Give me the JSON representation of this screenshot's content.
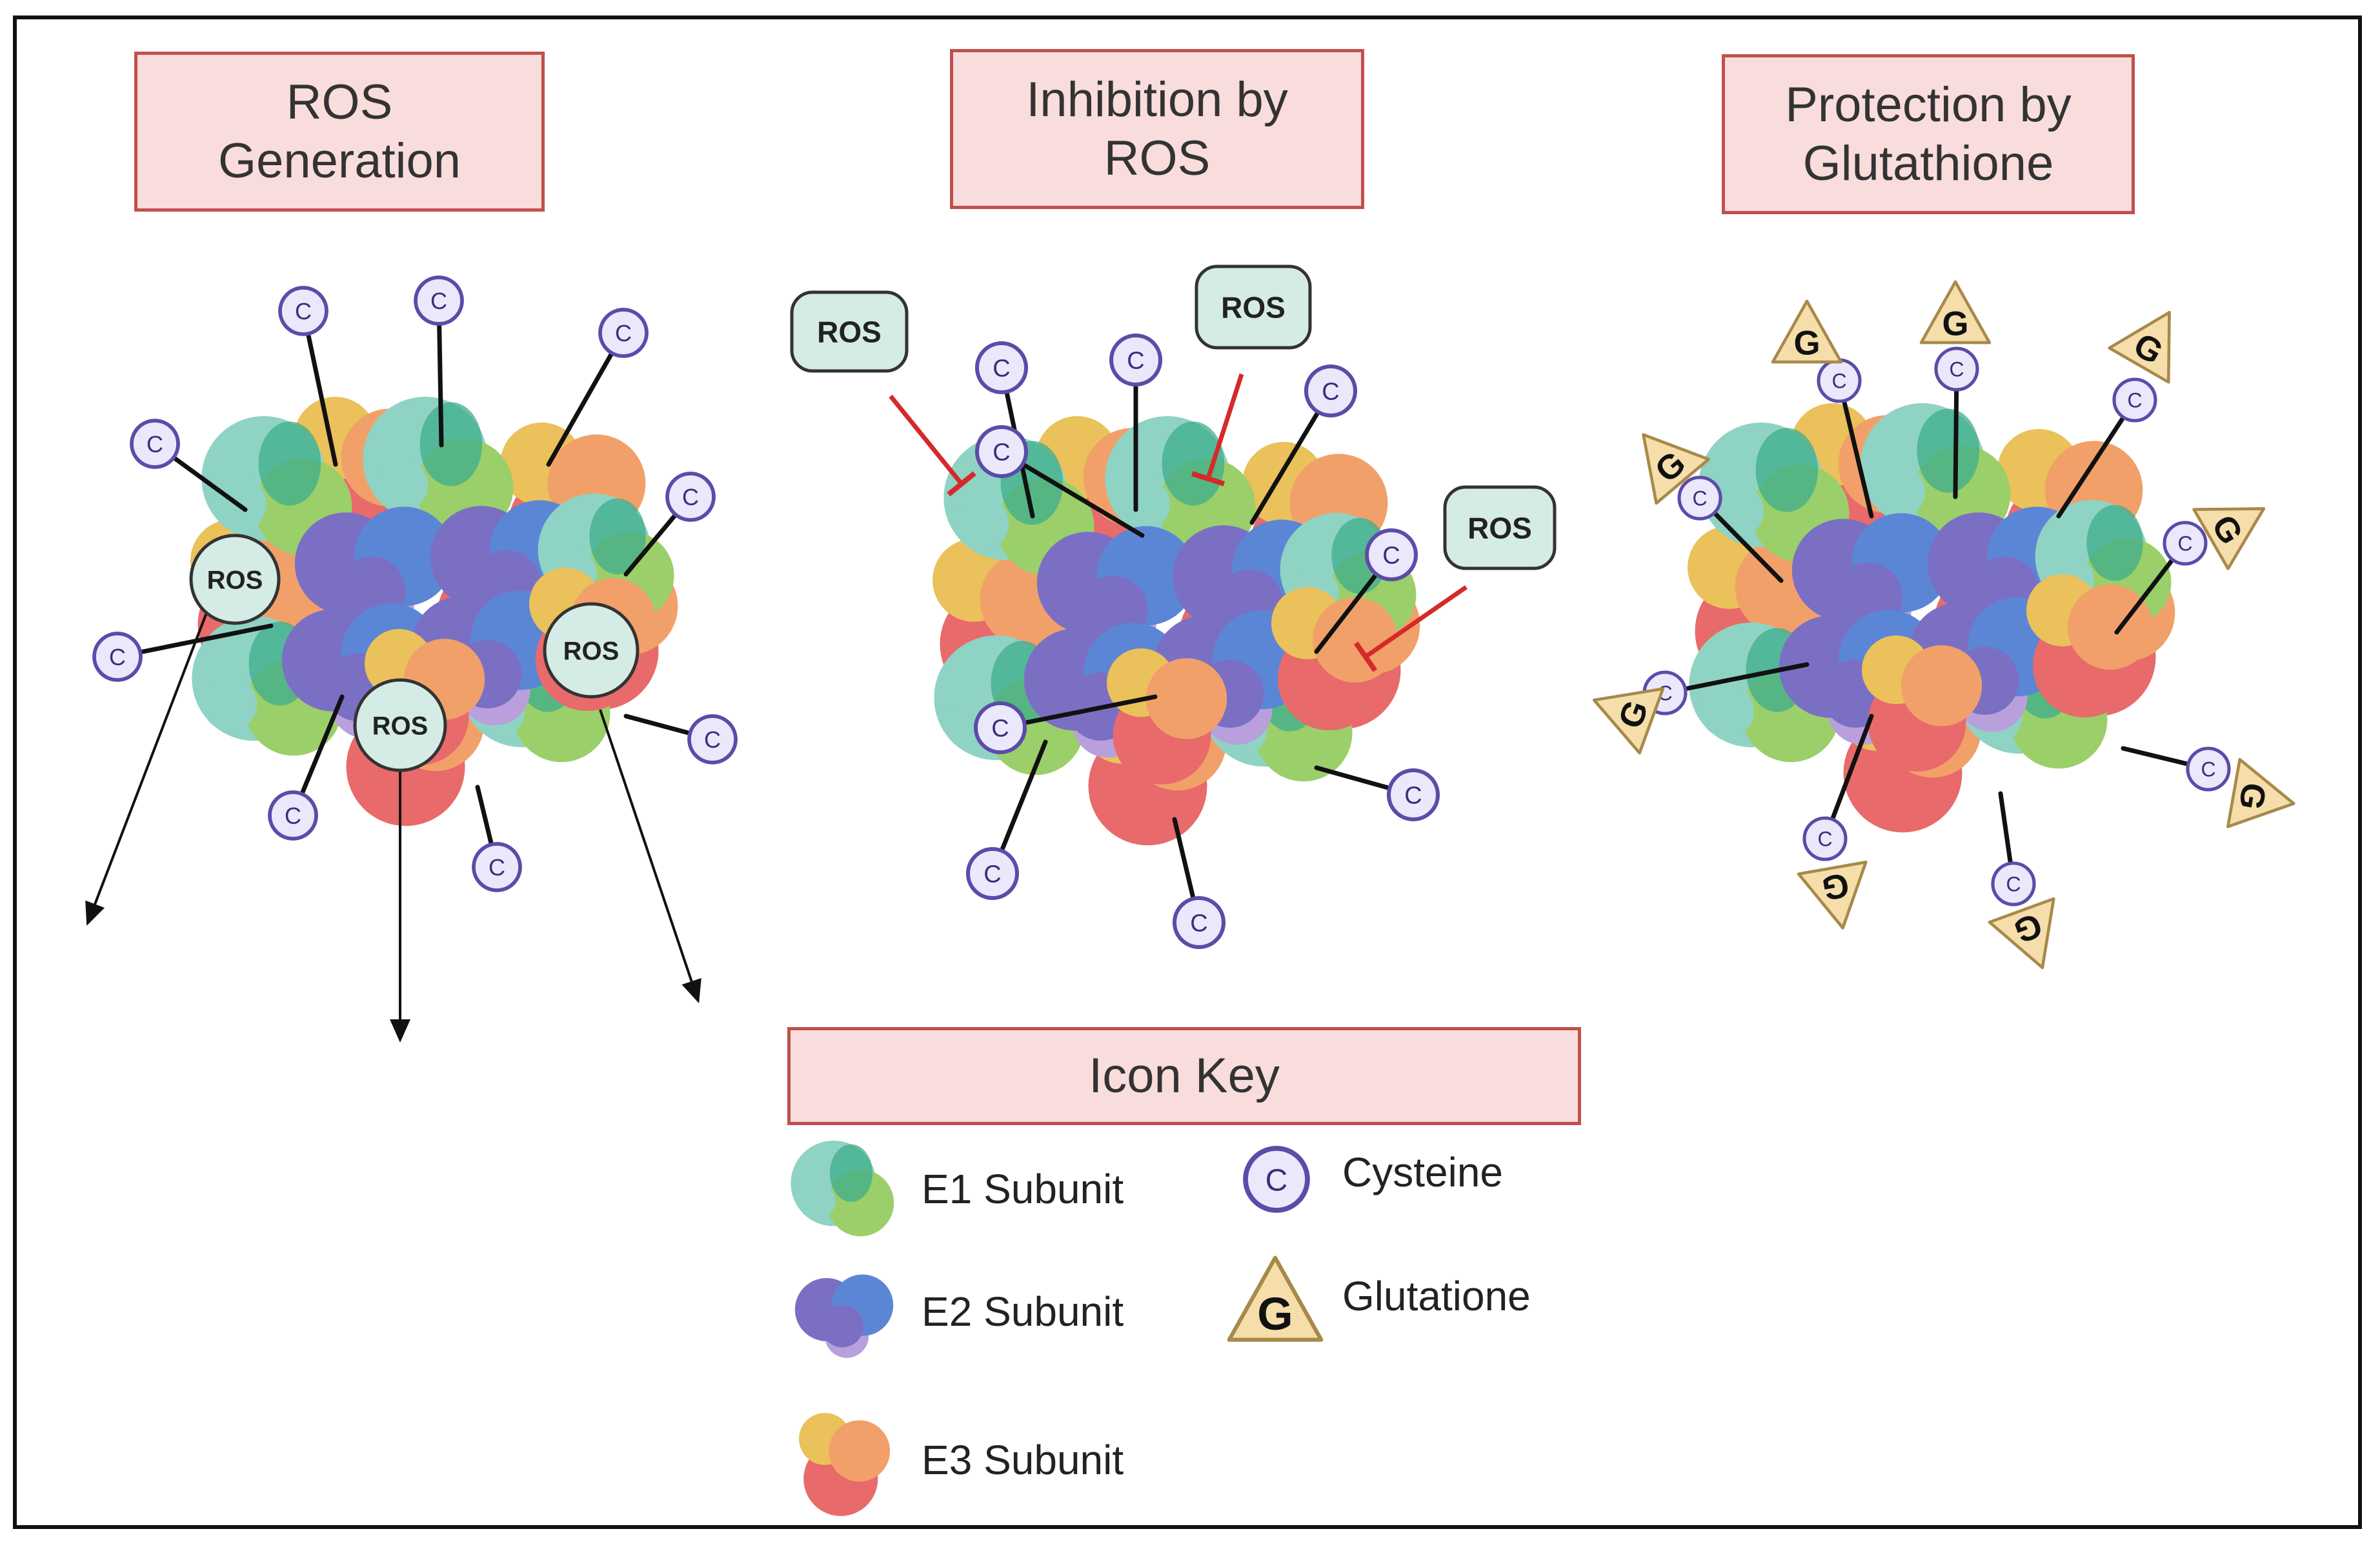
{
  "panels": [
    {
      "id": "generation",
      "title_line1": "ROS",
      "title_line2": "Generation"
    },
    {
      "id": "inhibition",
      "title_line1": "Inhibition by",
      "title_line2": "ROS"
    },
    {
      "id": "protection",
      "title_line1": "Protection by",
      "title_line2": "Glutathione"
    }
  ],
  "labels": {
    "ros": "ROS",
    "cysteine_symbol": "C",
    "glutathione_symbol": "G"
  },
  "key": {
    "title": "Icon Key",
    "e1": "E1 Subunit",
    "e2": "E2 Subunit",
    "e3": "E3 Subunit",
    "cysteine": "Cysteine",
    "glutathione": "Glutatione"
  },
  "colors": {
    "e1_teal": "#8fd3c4",
    "e1_green": "#9bcf6a",
    "e1_dark": "#3fae8c",
    "e2_purple": "#7b6fc4",
    "e2_blue": "#5b86d6",
    "e2_lilac": "#b9a0dc",
    "e3_yellow": "#eac15a",
    "e3_orange": "#f2a06a",
    "e3_red": "#e86a6a",
    "cysteine_fill": "#ece8fb",
    "cysteine_stroke": "#5a4ca8",
    "glutathione_fill": "#f5deaa",
    "ros_fill": "#d5ebe6",
    "inhibit_red": "#d42a2a",
    "title_fill": "#f9dcdc",
    "title_border": "#c0504d"
  }
}
